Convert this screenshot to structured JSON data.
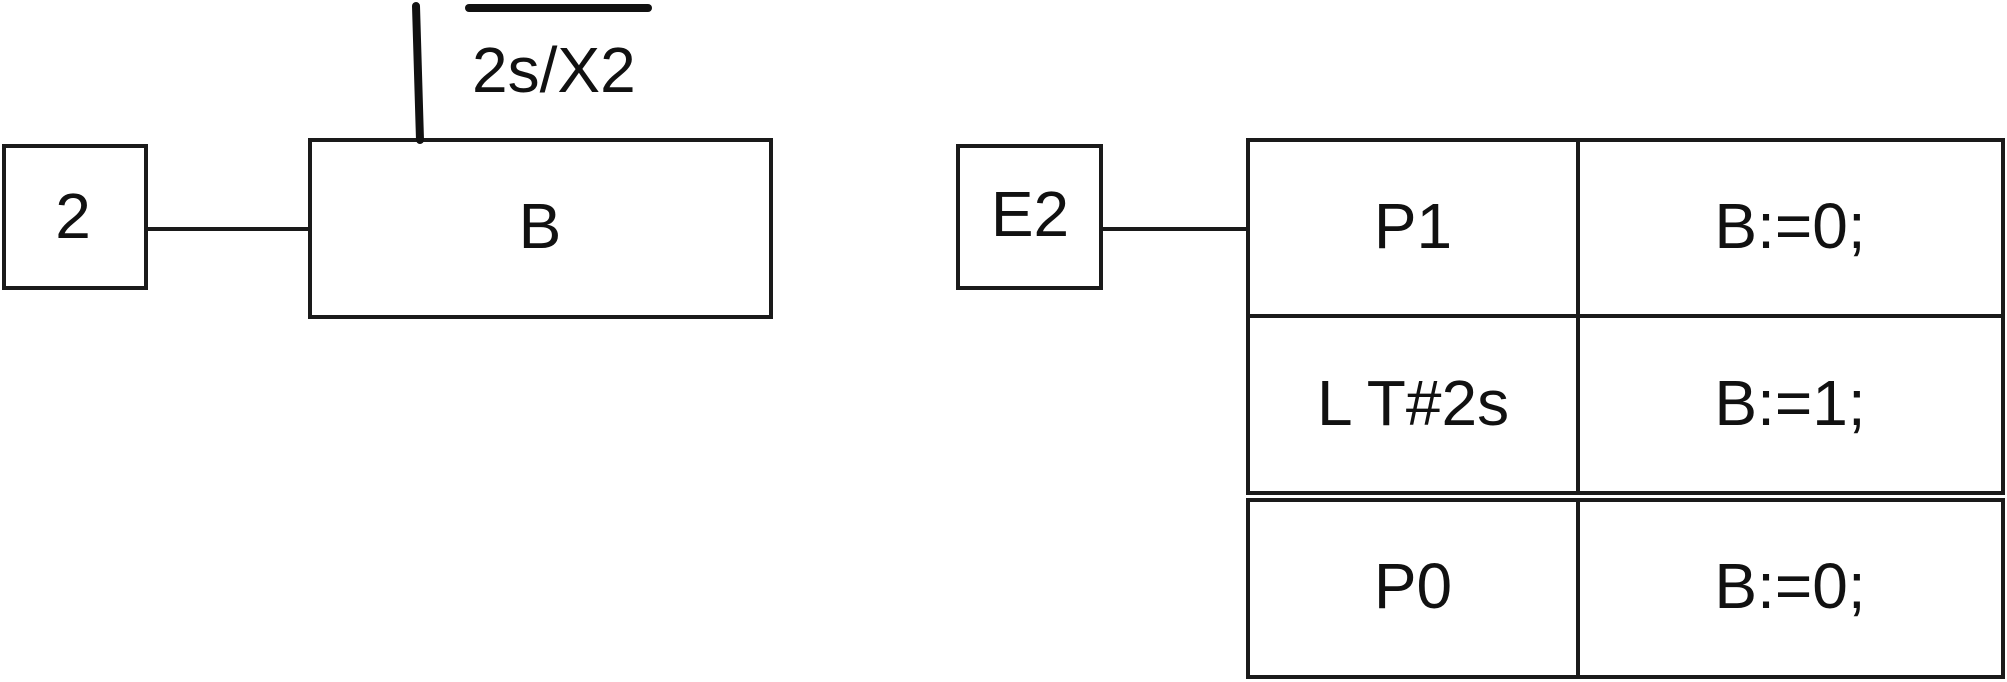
{
  "diagram": {
    "left": {
      "step_label": "2",
      "action_label": "B",
      "condition_label": "2s/X2"
    },
    "right": {
      "step_label": "E2",
      "rows": [
        {
          "qualifier": "P1",
          "action": "B:=0;"
        },
        {
          "qualifier": "L T#2s",
          "action": "B:=1;"
        },
        {
          "qualifier": "P0",
          "action": "B:=0;"
        }
      ]
    }
  }
}
